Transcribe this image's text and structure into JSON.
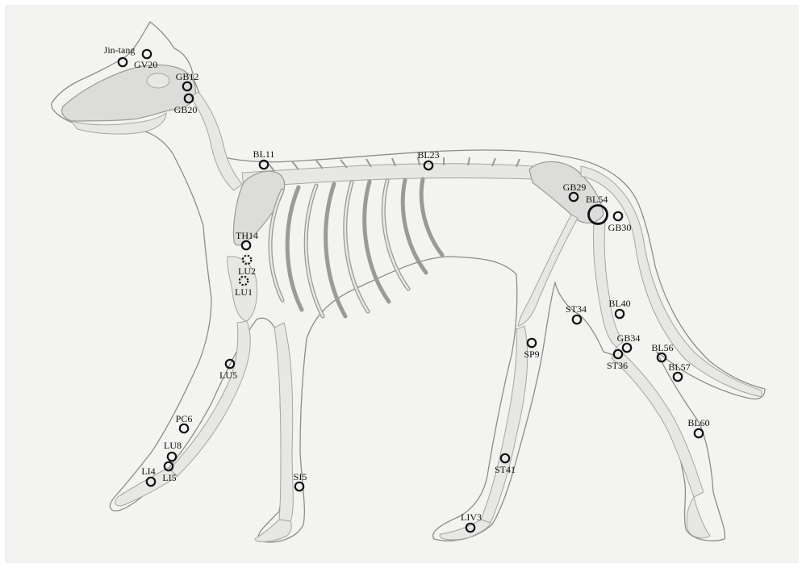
{
  "points": [
    {
      "id": "jin-tang",
      "label": "Jin-tang"
    },
    {
      "id": "gv20",
      "label": "GV20"
    },
    {
      "id": "gb12",
      "label": "GB12"
    },
    {
      "id": "gb20",
      "label": "GB20"
    },
    {
      "id": "bl11",
      "label": "BL11"
    },
    {
      "id": "bl23",
      "label": "BL23"
    },
    {
      "id": "gb29",
      "label": "GB29"
    },
    {
      "id": "bl54",
      "label": "BL54"
    },
    {
      "id": "gb30",
      "label": "GB30"
    },
    {
      "id": "th14",
      "label": "TH14"
    },
    {
      "id": "lu2",
      "label": "LU2"
    },
    {
      "id": "lu1",
      "label": "LU1"
    },
    {
      "id": "bl40",
      "label": "BL40"
    },
    {
      "id": "st34",
      "label": "ST34"
    },
    {
      "id": "gb34",
      "label": "GB34"
    },
    {
      "id": "bl56",
      "label": "BL56"
    },
    {
      "id": "st36",
      "label": "ST36"
    },
    {
      "id": "bl57",
      "label": "BL57"
    },
    {
      "id": "sp9",
      "label": "SP9"
    },
    {
      "id": "lu5",
      "label": "LU5"
    },
    {
      "id": "pc6",
      "label": "PC6"
    },
    {
      "id": "bl60",
      "label": "BL60"
    },
    {
      "id": "lu8",
      "label": "LU8"
    },
    {
      "id": "li4",
      "label": "LI4"
    },
    {
      "id": "li5",
      "label": "LI5"
    },
    {
      "id": "si5",
      "label": "SI5"
    },
    {
      "id": "st41",
      "label": "ST41"
    },
    {
      "id": "liv3",
      "label": "LIV3"
    }
  ]
}
